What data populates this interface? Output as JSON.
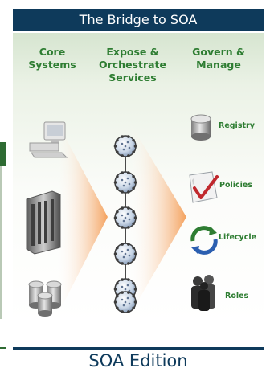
{
  "title": "The Bridge to SOA",
  "columns": [
    {
      "lines": [
        "Core",
        "Systems"
      ]
    },
    {
      "lines": [
        "Expose &",
        "Orchestrate",
        "Services"
      ]
    },
    {
      "lines": [
        "Govern &",
        "Manage"
      ]
    }
  ],
  "core_systems_icons": [
    "desktop-computer-icon",
    "server-tower-icon",
    "database-cylinders-icon"
  ],
  "service_nodes": [
    "service-gear-icon",
    "service-gear-icon",
    "service-gear-icon",
    "service-gear-icon",
    "service-gear-icon",
    "service-gear-icon"
  ],
  "govern_items": [
    {
      "label": "Registry",
      "icon": "registry-cylinder-icon"
    },
    {
      "label": "Policies",
      "icon": "checkmark-icon"
    },
    {
      "label": "Lifecycle",
      "icon": "cycle-arrows-icon"
    },
    {
      "label": "Roles",
      "icon": "people-icon"
    }
  ],
  "footer": "SOA Edition",
  "colors": {
    "navy": "#0e3a5b",
    "green_text": "#2e7d32",
    "orange": "#f4a15d"
  }
}
